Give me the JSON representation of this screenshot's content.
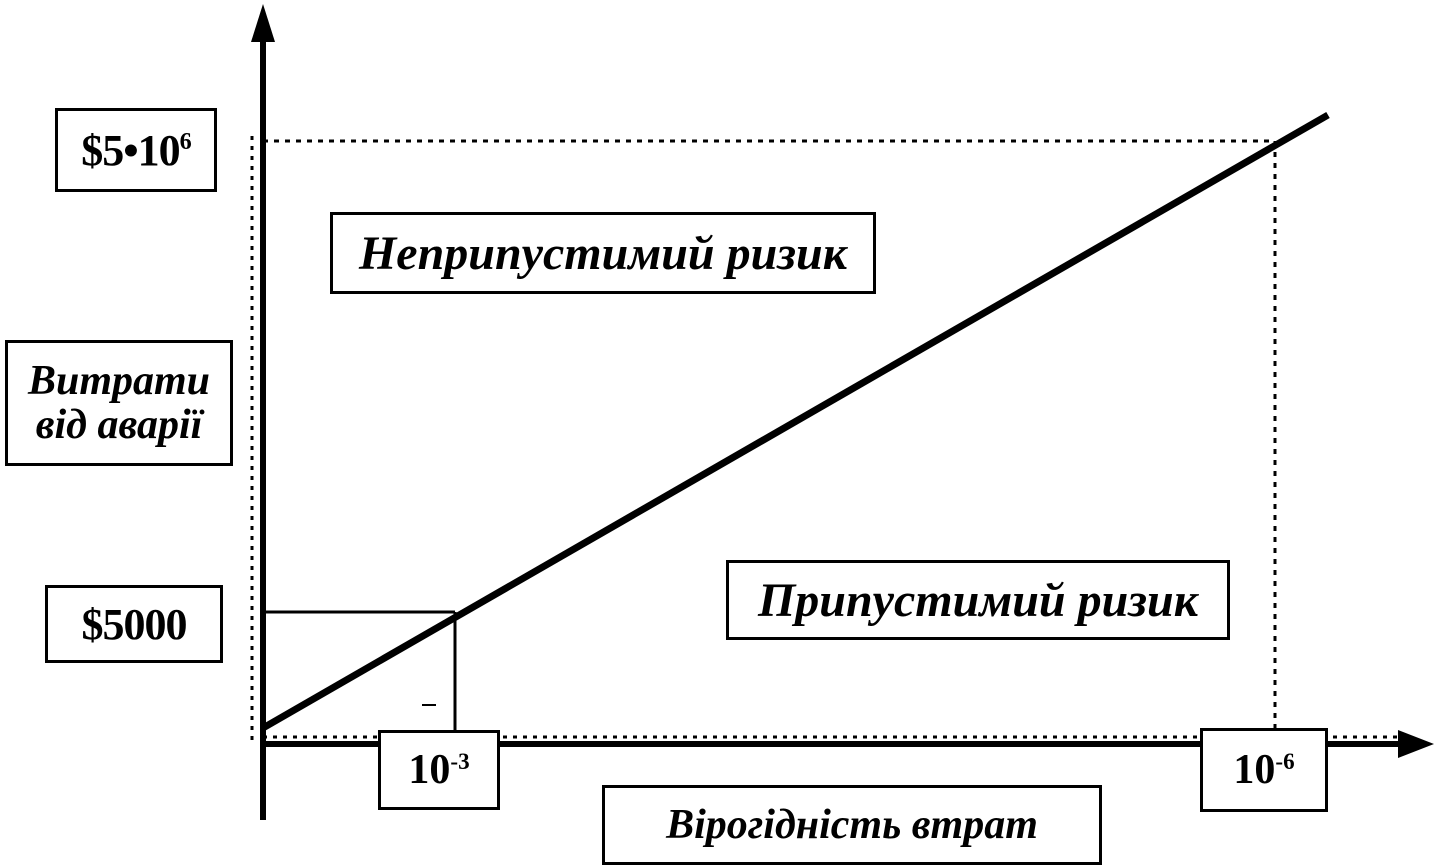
{
  "chart_data": {
    "type": "line",
    "xlabel": "Вірогідність втрат",
    "ylabel_lines": [
      "Витрати",
      "від аварії"
    ],
    "y_ticks": [
      {
        "base": "$5000",
        "exp": ""
      },
      {
        "base": "$5•10",
        "exp": "6"
      }
    ],
    "x_ticks": [
      {
        "base": "10",
        "exp": "-3"
      },
      {
        "base": "10",
        "exp": "-6"
      }
    ],
    "regions": {
      "above": "Неприпустимий ризик",
      "below": "Припустимий ризик"
    },
    "series": [
      {
        "points": [
          {
            "x": 0,
            "y": 0
          },
          {
            "x": "10^-3",
            "y": "$5000"
          },
          {
            "x": "10^-6",
            "y": "$5•10^6"
          }
        ]
      }
    ],
    "grid": false,
    "guide_lines": "dotted"
  }
}
